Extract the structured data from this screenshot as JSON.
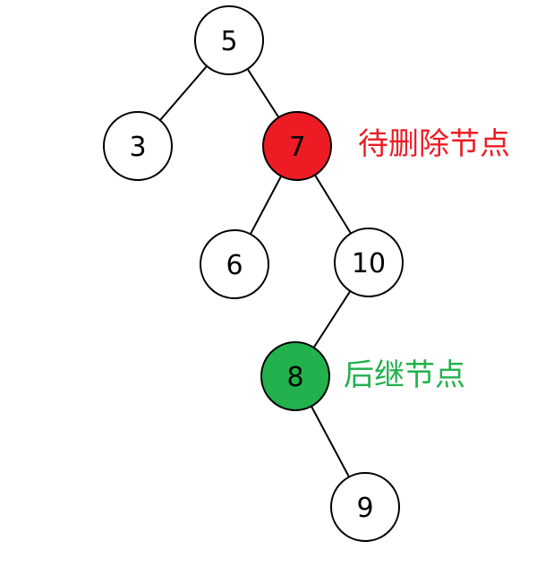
{
  "nodes": [
    {
      "id": "n5",
      "label": "5",
      "fill": "#ffffff"
    },
    {
      "id": "n3",
      "label": "3",
      "fill": "#ffffff"
    },
    {
      "id": "n7",
      "label": "7",
      "fill": "#ed1c24"
    },
    {
      "id": "n6",
      "label": "6",
      "fill": "#ffffff"
    },
    {
      "id": "n10",
      "label": "10",
      "fill": "#ffffff"
    },
    {
      "id": "n8",
      "label": "8",
      "fill": "#22b14c"
    },
    {
      "id": "n9",
      "label": "9",
      "fill": "#ffffff"
    }
  ],
  "edges": [
    [
      "n5",
      "n3"
    ],
    [
      "n5",
      "n7"
    ],
    [
      "n7",
      "n6"
    ],
    [
      "n7",
      "n10"
    ],
    [
      "n10",
      "n8"
    ],
    [
      "n8",
      "n9"
    ]
  ],
  "annotations": {
    "delete_node": {
      "text": "待删除节点",
      "color": "#ed1c24"
    },
    "successor_node": {
      "text": "后继节点",
      "color": "#22b14c"
    }
  }
}
